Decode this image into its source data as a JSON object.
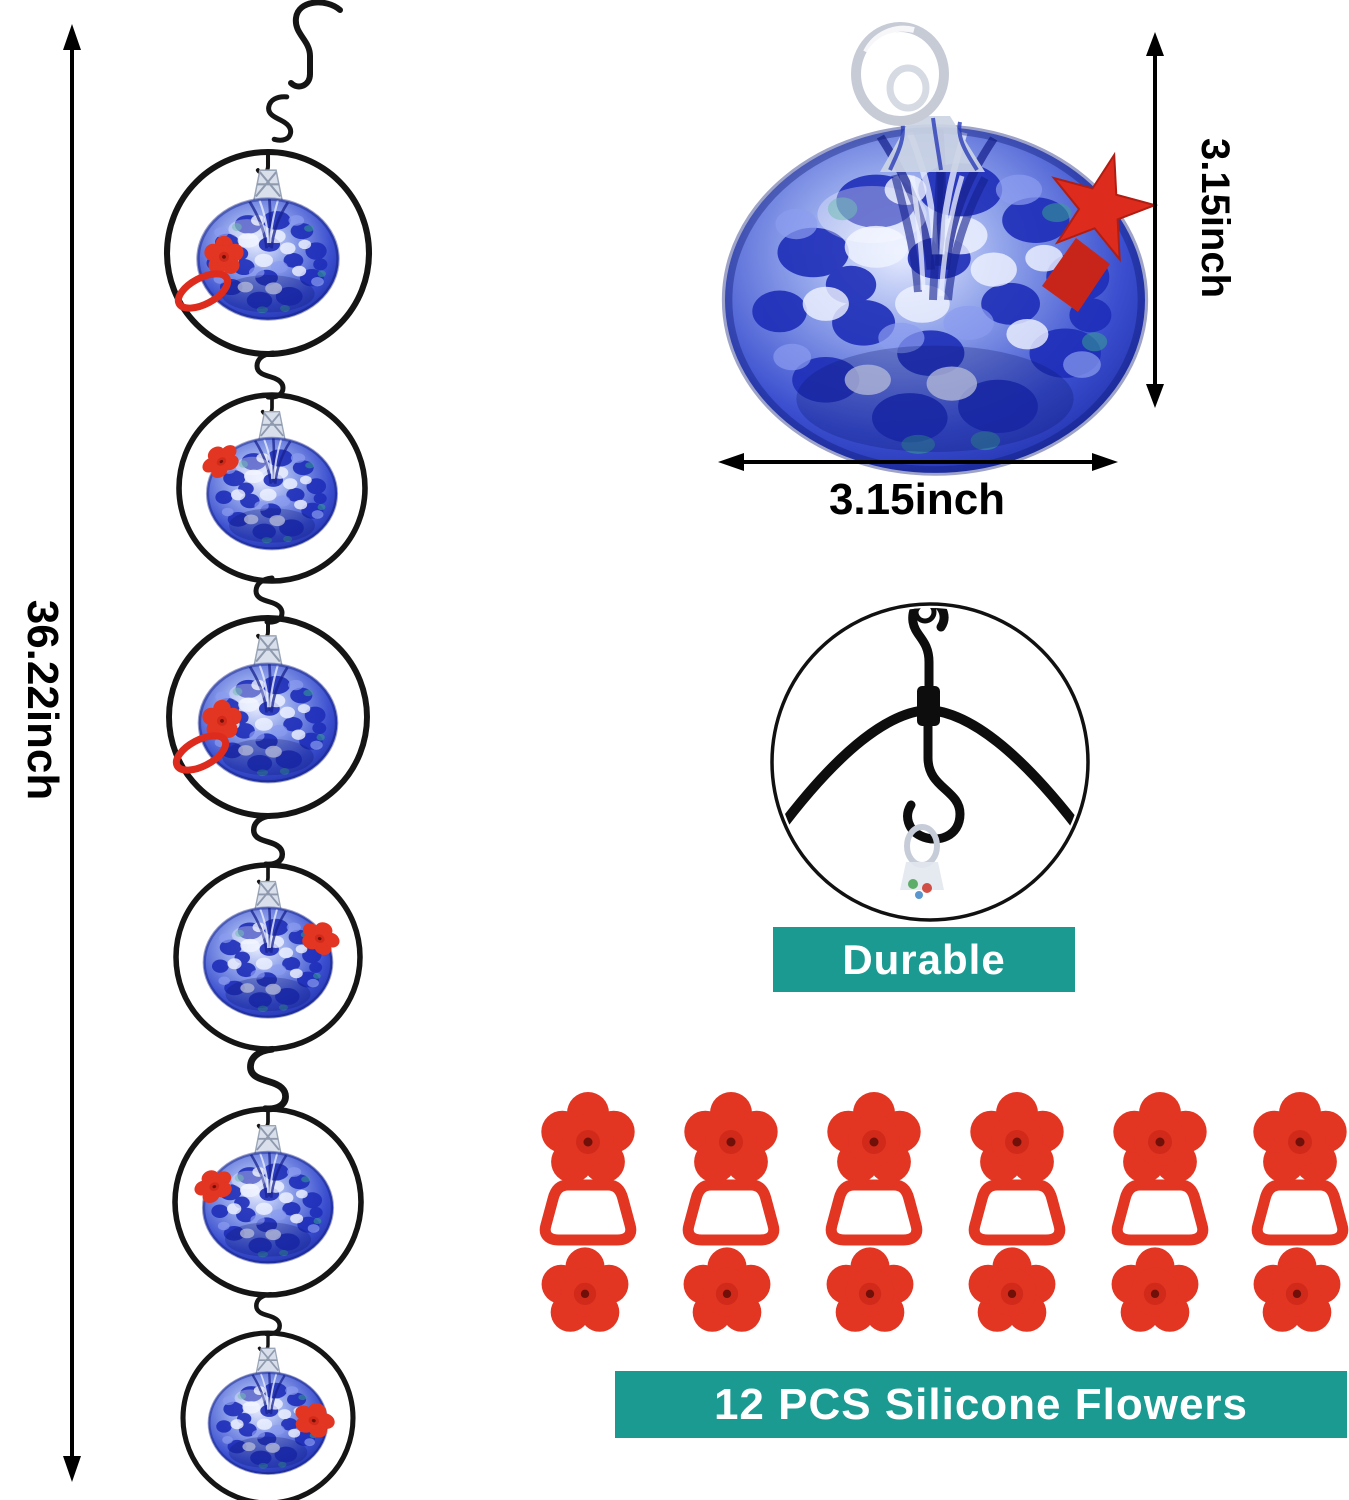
{
  "annotations": {
    "chain_height": "36.22inch",
    "ball_height": "3.15inch",
    "ball_width": "3.15inch"
  },
  "badges": {
    "durable": "Durable",
    "flowers": "12 PCS Silicone Flowers"
  },
  "colors": {
    "badge_teal": "#1a9a91",
    "flower_red": "#e23522",
    "glass_blue": "#1b2aa6",
    "glass_highlight": "#e8edff",
    "metal_black": "#151515",
    "label_text": "#ffffff",
    "dimension_color": "#000000"
  },
  "icons": {
    "hanging_hook": "s-hook-icon",
    "chain_link": "s-hook-icon",
    "dimension_arrow": "double-headed-arrow-icon"
  }
}
